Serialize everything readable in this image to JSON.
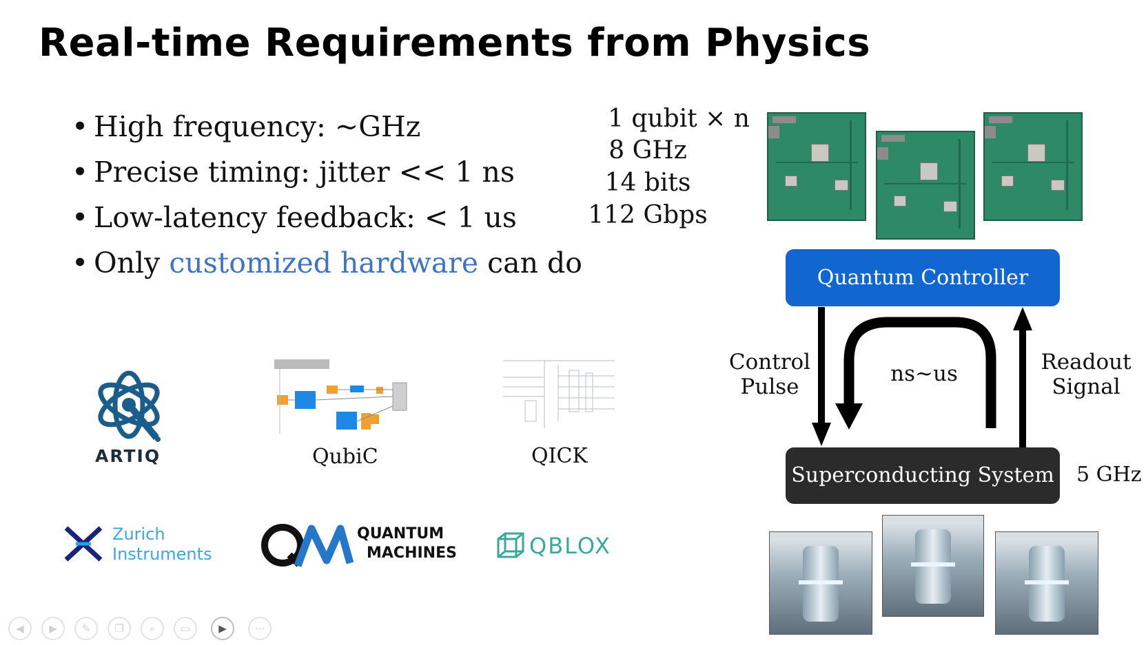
{
  "slide": {
    "title": "Real-time Requirements from Physics",
    "bullets": [
      {
        "text": "High frequency: ~GHz"
      },
      {
        "text": "Precise timing: jitter << 1 ns"
      },
      {
        "text": "Low-latency feedback: < 1 us"
      },
      {
        "prefix": "Only ",
        "highlight": "customized hardware",
        "suffix": " can do"
      }
    ],
    "highlight_color": "#3d74c5",
    "specs": [
      "1 qubit × n",
      "8 GHz",
      "14 bits",
      "112 Gbps"
    ],
    "diagram": {
      "controller": "Quantum Controller",
      "controller_color": "#1166d0",
      "system": "Superconducting System",
      "system_color": "#2b2b2b",
      "left_label_line1": "Control",
      "left_label_line2": "Pulse",
      "right_label_line1": "Readout",
      "right_label_line2": "Signal",
      "loop_label": "ns~us",
      "system_freq": "5 GHz"
    },
    "frameworks": {
      "artiq": "ARTIQ",
      "qubic": "QubiC",
      "qick": "QICK"
    },
    "vendors": {
      "zurich_line1": "Zurich",
      "zurich_line2": "Instruments",
      "qm_line1": "QUANTUM",
      "qm_line2": "MACHINES",
      "qblox": "QBLOX"
    },
    "toolbar_icons": [
      "prev-icon",
      "next-icon",
      "pen-icon",
      "copy-icon",
      "zoom-icon",
      "subtitles-icon",
      "camera-icon",
      "more-icon"
    ]
  }
}
